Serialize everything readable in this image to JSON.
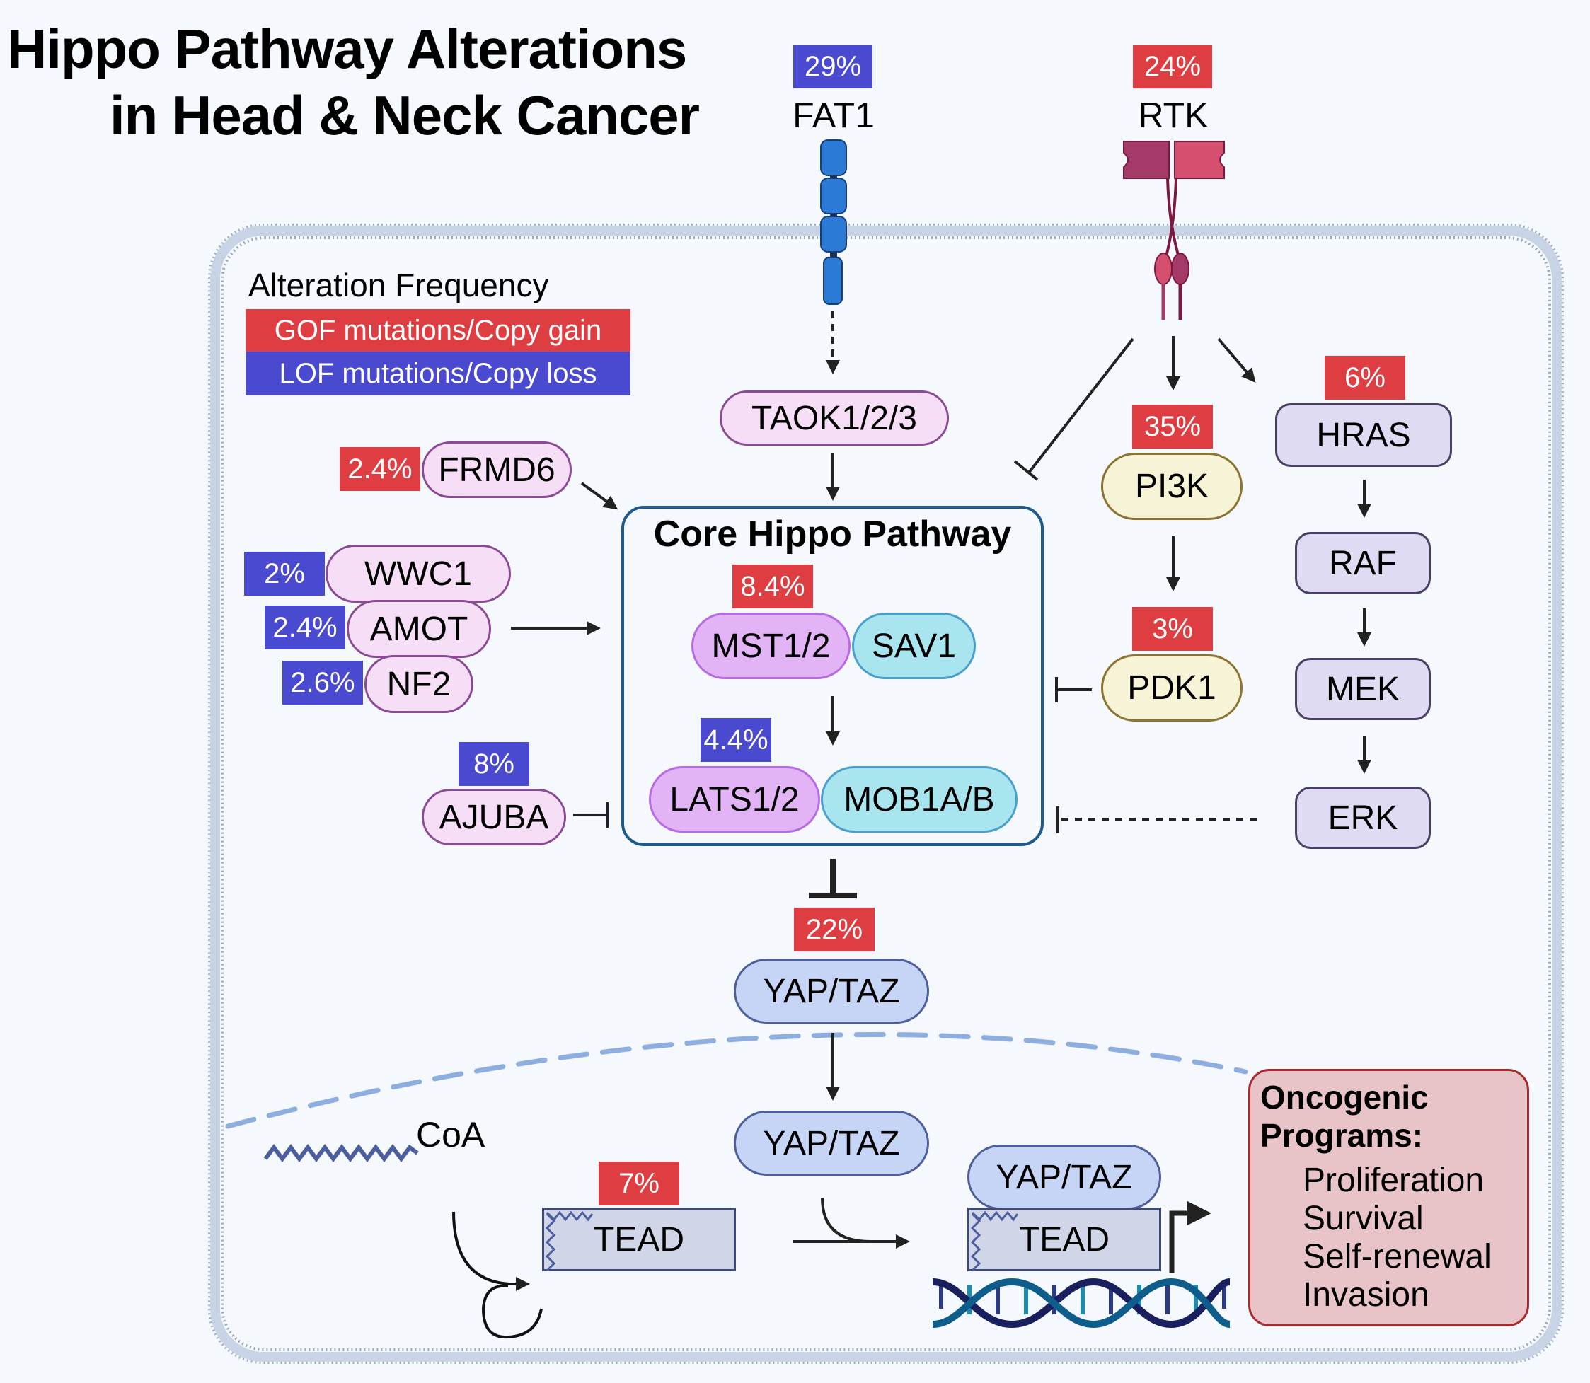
{
  "title": {
    "line1": "Hippo Pathway Alterations",
    "line2": "in Head & Neck Cancer"
  },
  "legend": {
    "heading": "Alteration Frequency",
    "gof_label": "GOF mutations/Copy gain",
    "lof_label": "LOF mutations/Copy loss",
    "gof_color": "#de3e42",
    "lof_color": "#4a4ad0"
  },
  "receptors": {
    "fat1": {
      "name": "FAT1",
      "frequency": "29%",
      "type": "LOF"
    },
    "rtk": {
      "name": "RTK",
      "frequency": "24%",
      "type": "GOF"
    }
  },
  "upstream": {
    "taok": {
      "name": "TAOK1/2/3"
    },
    "frmd6": {
      "name": "FRMD6",
      "frequency": "2.4%",
      "type": "GOF"
    },
    "wwc1": {
      "name": "WWC1",
      "frequency": "2%",
      "type": "LOF"
    },
    "amot": {
      "name": "AMOT",
      "frequency": "2.4%",
      "type": "LOF"
    },
    "nf2": {
      "name": "NF2",
      "frequency": "2.6%",
      "type": "LOF"
    },
    "ajuba": {
      "name": "AJUBA",
      "frequency": "8%",
      "type": "LOF"
    }
  },
  "core": {
    "title": "Core Hippo Pathway",
    "mst": {
      "name": "MST1/2",
      "frequency": "8.4%",
      "type": "GOF"
    },
    "sav1": {
      "name": "SAV1"
    },
    "lats": {
      "name": "LATS1/2",
      "frequency": "4.4%",
      "type": "LOF"
    },
    "mob1": {
      "name": "MOB1A/B"
    }
  },
  "pi3k_branch": {
    "pi3k": {
      "name": "PI3K",
      "frequency": "35%",
      "type": "GOF"
    },
    "pdk1": {
      "name": "PDK1",
      "frequency": "3%",
      "type": "GOF"
    }
  },
  "mapk_branch": {
    "hras": {
      "name": "HRAS",
      "frequency": "6%",
      "type": "GOF"
    },
    "raf": {
      "name": "RAF"
    },
    "mek": {
      "name": "MEK"
    },
    "erk": {
      "name": "ERK"
    }
  },
  "effectors": {
    "yap_cyto": {
      "name": "YAP/TAZ",
      "frequency": "22%",
      "type": "GOF"
    },
    "yap_nuc": {
      "name": "YAP/TAZ"
    },
    "yap_bound": {
      "name": "YAP/TAZ"
    },
    "coa": {
      "name": "CoA"
    },
    "tead_free": {
      "name": "TEAD",
      "frequency": "7%",
      "type": "GOF"
    },
    "tead_bound": {
      "name": "TEAD"
    }
  },
  "outcomes": {
    "heading_line1": "Oncogenic",
    "heading_line2": "Programs:",
    "items": [
      "Proliferation",
      "Survival",
      "Self-renewal",
      "Invasion"
    ]
  }
}
